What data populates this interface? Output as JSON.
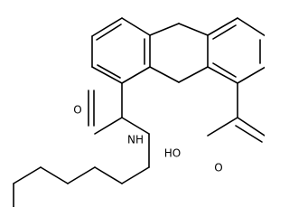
{
  "molecule": {
    "atom_labels": {
      "amide_oxygen": "O",
      "amide_nitrogen": "NH",
      "acid_hydroxyl": "HO",
      "acid_oxygen": "O"
    }
  }
}
